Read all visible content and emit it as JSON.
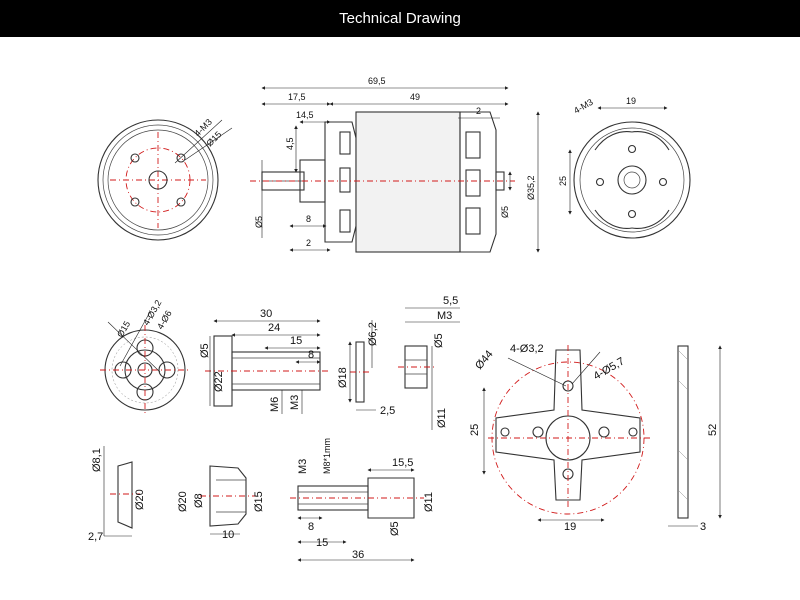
{
  "header": {
    "title": "Technical Drawing"
  },
  "front_view": {
    "label_holes": "4-M3",
    "label_circle": "Ø15"
  },
  "side_view": {
    "d_69_5": "69,5",
    "d_17_5": "17,5",
    "d_49": "49",
    "d_14_5": "14,5",
    "d_4_5": "4,5",
    "d_2_top": "2",
    "d_8": "8",
    "d_2_bottom": "2",
    "d_shaft_left": "Ø5",
    "d_shaft_right": "Ø5",
    "d_body": "Ø35,2"
  },
  "rear_view": {
    "d_19": "19",
    "label_holes": "4-M3",
    "d_25": "25"
  },
  "prop_adapter_front": {
    "d_hole": "4-Ø3,2",
    "d_15": "Ø15",
    "d_6": "4-Ø6"
  },
  "prop_adapter_side": {
    "d_30": "30",
    "d_24": "24",
    "d_15": "15",
    "d_8": "8",
    "d_5": "Ø5",
    "d_22": "Ø22",
    "d_m6": "M6",
    "d_m3": "M3"
  },
  "washer": {
    "d_6_2": "Ø6,2",
    "d_18": "Ø18",
    "d_2_5": "2,5"
  },
  "nut": {
    "d_5_5": "5,5",
    "d_m3": "M3",
    "d_5": "Ø5",
    "d_11": "Ø11"
  },
  "x_mount": {
    "d_hole": "4-Ø3,2",
    "d_5_7": "4-Ø5,7",
    "d_44": "Ø44",
    "d_25": "25",
    "d_19": "19",
    "d_52": "52",
    "d_3": "3"
  },
  "cone_washer": {
    "d_8_1": "Ø8,1",
    "d_20": "Ø20",
    "d_2_7": "2,7"
  },
  "collet": {
    "d_20": "Ø20",
    "d_8": "Ø8",
    "d_15": "Ø15",
    "d_10": "10"
  },
  "collet_shaft": {
    "d_m3": "M3",
    "d_m8": "M8*1mm",
    "d_15_5": "15,5",
    "d_11": "Ø11",
    "d_8": "8",
    "d_5": "Ø5",
    "d_15": "15",
    "d_36": "36"
  }
}
